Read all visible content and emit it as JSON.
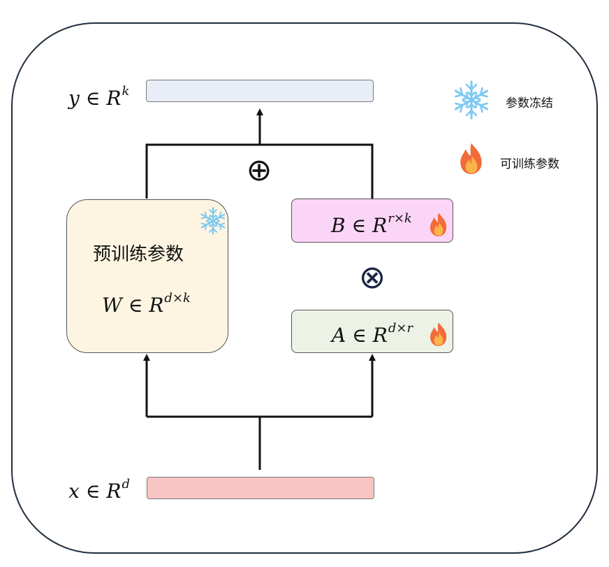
{
  "output": {
    "var": "y",
    "set": "R",
    "exp": "k",
    "bar_color": "#e8edf7"
  },
  "input": {
    "var": "x",
    "set": "R",
    "exp": "d",
    "bar_color": "#f8c4c4"
  },
  "pretrained": {
    "title": "预训练参数",
    "var": "W",
    "set": "R",
    "exp": "d×k",
    "fill": "#fdf5e2"
  },
  "matrix_b": {
    "var": "B",
    "set": "R",
    "exp": "r×k",
    "fill": "#fbd5f7"
  },
  "matrix_a": {
    "var": "A",
    "set": "R",
    "exp": "d×r",
    "fill": "#ecf2e6"
  },
  "operators": {
    "add": "⊕",
    "multiply": "⊗"
  },
  "in_symbol": "∈",
  "legend": {
    "frozen": "参数冻结",
    "trainable": "可训练参数"
  },
  "colors": {
    "snowflake": "#7ec8f2",
    "flame_outer": "#f26b3a",
    "flame_inner": "#fbb44a",
    "stroke": "#111111"
  }
}
